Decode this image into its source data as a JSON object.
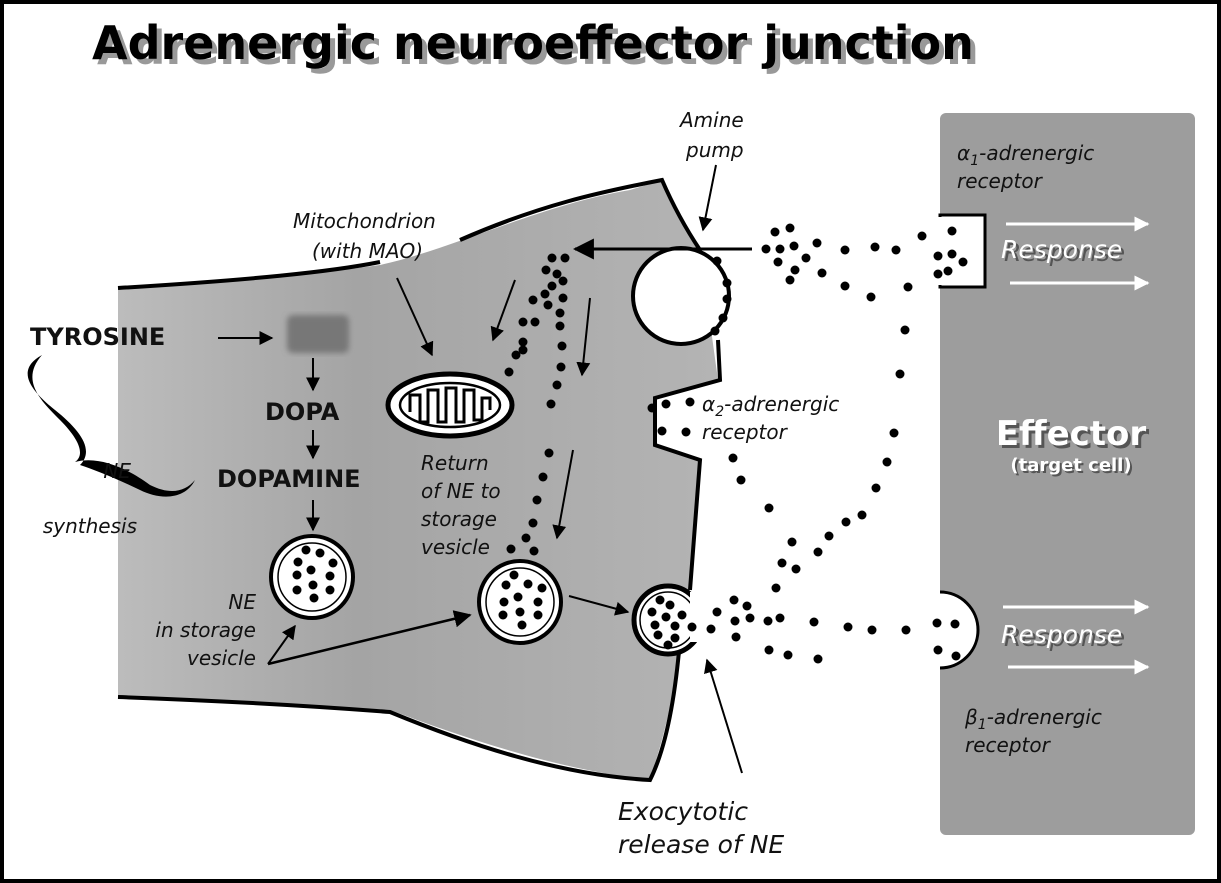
{
  "title": "Adrenergic neuroeffector junction",
  "synthesis": {
    "precursor": "TYROSINE",
    "intermediate_1": "DOPA",
    "intermediate_2": "DOPAMINE",
    "brace_label_line1": "NE",
    "brace_label_line2": "synthesis"
  },
  "labels": {
    "mitochondrion_line1": "Mitochondrion",
    "mitochondrion_line2": "(with MAO)",
    "amine_pump_line1": "Amine",
    "amine_pump_line2": "pump",
    "return_line1": "Return",
    "return_line2": "of NE to",
    "return_line3": "storage",
    "return_line4": "vesicle",
    "storage_line1": "NE",
    "storage_line2": "in storage",
    "storage_line3": "vesicle",
    "exocytosis_line1": "Exocytotic",
    "exocytosis_line2": "release of NE",
    "alpha2_symbol": "α",
    "alpha2_sub": "2",
    "alpha2_line1": "-adrenergic",
    "alpha2_line2": "receptor"
  },
  "effector": {
    "title": "Effector",
    "subtitle": "(target cell)",
    "alpha1_symbol": "α",
    "alpha1_sub": "1",
    "alpha1_line1": "-adrenergic",
    "alpha1_line2": "receptor",
    "beta1_symbol": "β",
    "beta1_sub": "1",
    "beta1_line1": "-adrenergic",
    "beta1_line2": "receptor",
    "response_top": "Response",
    "response_bottom": "Response"
  },
  "colors": {
    "neuron_fill": "#a9a9a9",
    "effector_fill": "#9d9d9d",
    "outline": "#000000",
    "background": "#ffffff"
  }
}
